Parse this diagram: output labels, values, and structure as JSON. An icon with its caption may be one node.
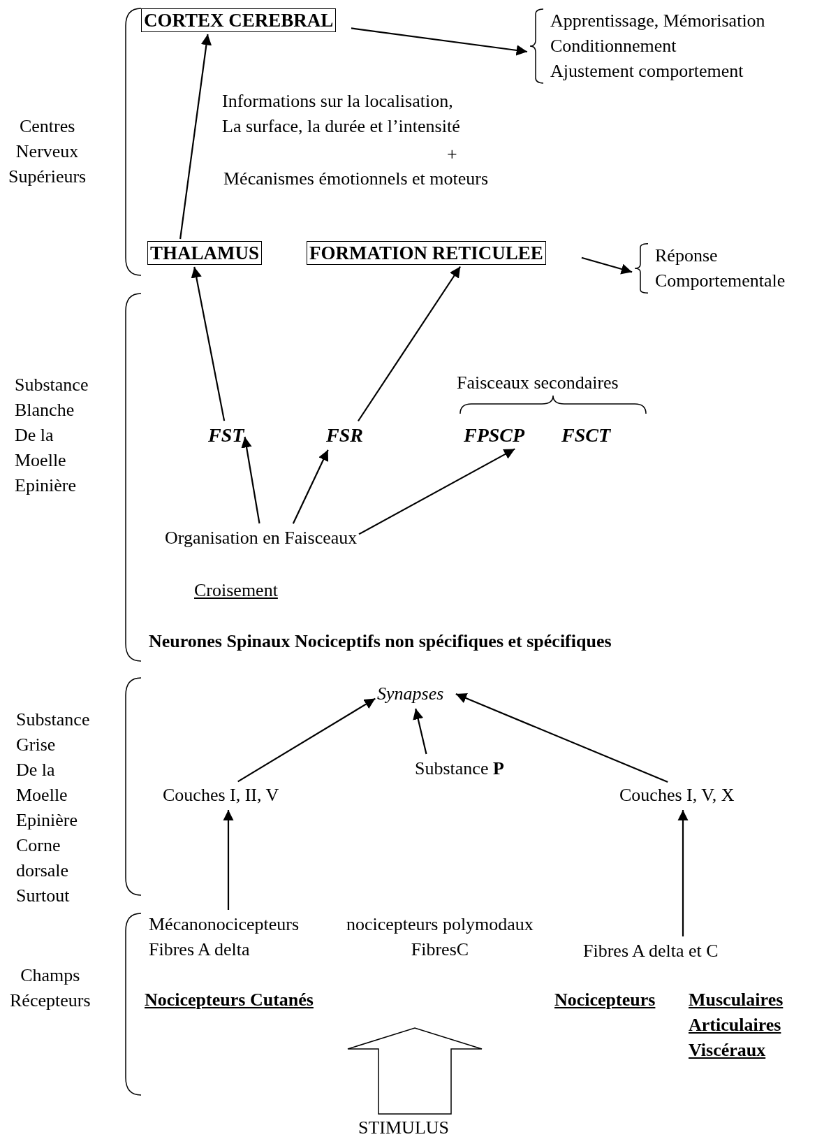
{
  "diagram": {
    "nodes": [
      {
        "text": [
          "CORTEX CEREBRAL"
        ]
      },
      {
        "text": [
          "Apprentissage, Mémorisation Conditionnement Ajustement comportement"
        ]
      },
      {
        "text": [
          "THALAMUS"
        ]
      },
      {
        "text": [
          "FORMATION RETICULEE"
        ]
      },
      {
        "text": [
          "Réponse Comportementale"
        ]
      },
      {
        "text": [
          "FST"
        ]
      },
      {
        "text": [
          "FSR"
        ]
      },
      {
        "text": [
          "FPSCP"
        ]
      },
      {
        "text": [
          "FSCT"
        ]
      },
      {
        "text": [
          "Organisation en Faisceaux"
        ]
      },
      {
        "text": [
          "Synapses"
        ]
      },
      {
        "text": [
          "Substance **P**"
        ]
      },
      {
        "text": [
          "Couches I, II, V"
        ]
      },
      {
        "text": [
          "Couches I, V, X"
        ]
      },
      {
        "text": [
          "Mécanonocicepteurs Fibres A delta"
        ]
      },
      {
        "text": [
          "Fibres A delta et C"
        ]
      }
    ],
    "edges": [
      {
        "from": 2,
        "to": 0,
        "arrow": "to"
      },
      {
        "from": 0,
        "to": 1,
        "arrow": "to"
      },
      {
        "from": 3,
        "to": 4,
        "arrow": "to"
      },
      {
        "from": 5,
        "to": 2,
        "arrow": "to"
      },
      {
        "from": 6,
        "to": 3,
        "arrow": "to"
      },
      {
        "from": 9,
        "to": 5,
        "arrow": "to"
      },
      {
        "from": 9,
        "to": 6,
        "arrow": "to"
      },
      {
        "from": 9,
        "to": 7,
        "arrow": "to"
      },
      {
        "from": 12,
        "to": 10,
        "arrow": "to"
      },
      {
        "from": 11,
        "to": 10,
        "arrow": "to"
      },
      {
        "from": 13,
        "to": 10,
        "arrow": "to"
      },
      {
        "from": 14,
        "to": 12,
        "arrow": "to"
      },
      {
        "from": 15,
        "to": 13,
        "arrow": "to"
      }
    ],
    "labels": [
      "Centres Nerveux Supérieurs",
      "Informations sur la localisation, La surface, la durée et l’intensité",
      "+",
      "Mécanismes émotionnels et moteurs",
      "Substance Blanche De la Moelle Epinière",
      "Faisceaux secondaires",
      "Croisement",
      "Neurones Spinaux Nociceptifs non spécifiques et spécifiques",
      "Substance Grise De la Moelle Epinière Corne dorsale Surtout",
      "nocicepteurs polymodaux FibresC",
      "Champs Récepteurs",
      "Nocicepteurs Cutanés",
      "Nocicepteurs",
      "Musculaires Articulaires Viscéraux",
      "STIMULUS"
    ]
  }
}
